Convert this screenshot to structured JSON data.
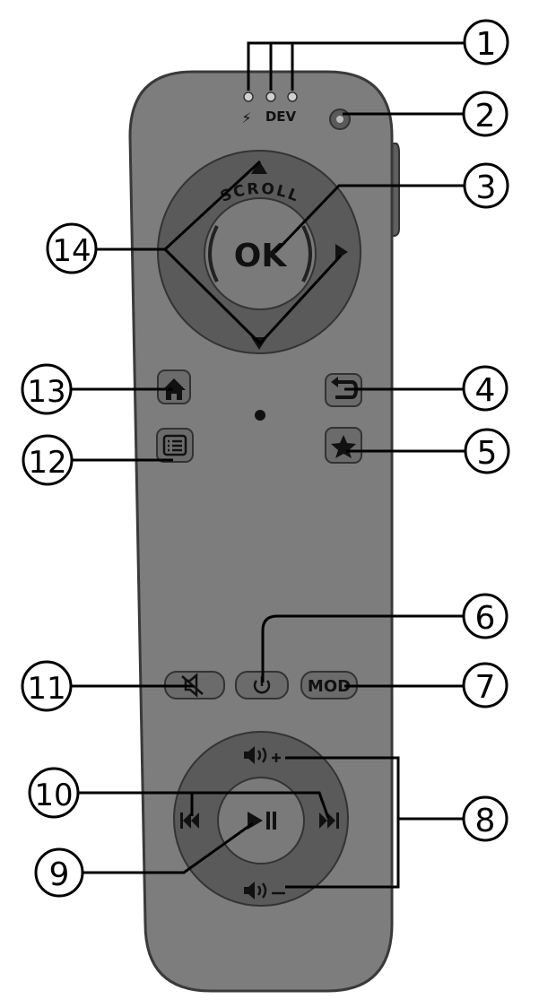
{
  "remote": {
    "led_labels": {
      "charge_symbol": "⚡",
      "dev": "DEV"
    },
    "dpad": {
      "ok_label": "OK",
      "scroll_label": "SCROLL"
    },
    "mod_label": "MOD"
  },
  "callouts": {
    "c1": "1",
    "c2": "2",
    "c3": "3",
    "c4": "4",
    "c5": "5",
    "c6": "6",
    "c7": "7",
    "c8": "8",
    "c9": "9",
    "c10": "10",
    "c11": "11",
    "c12": "12",
    "c13": "13",
    "c14": "14"
  },
  "icons": {
    "sensor": "sensor-icon",
    "dpad_arrows": [
      "arrow-up-icon",
      "arrow-right-icon",
      "arrow-down-icon"
    ],
    "home": "home-icon",
    "back": "back-icon",
    "menu": "menu-list-icon",
    "favorite": "star-icon",
    "power": "power-icon",
    "mute": "mute-icon",
    "volume_up": "volume-up-icon",
    "volume_down": "volume-down-icon",
    "previous": "previous-track-icon",
    "next": "next-track-icon",
    "play_pause": "play-pause-icon"
  },
  "colors": {
    "body": "#7d7d7d",
    "body_outline": "#3a3a3a",
    "ring": "#5a5a5a",
    "inner": "#7a7a7a",
    "button": "#6b6b6b",
    "ink": "#000000"
  }
}
